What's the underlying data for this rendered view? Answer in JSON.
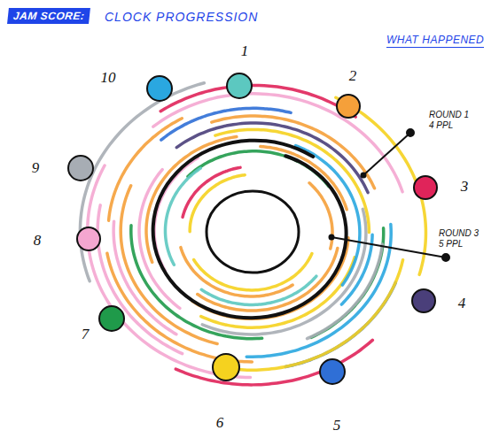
{
  "diagram": {
    "title": "CLOCK PROGRESSION",
    "nodes": [
      {
        "text": [
          "JAM SCORE:"
        ]
      }
    ],
    "labels": [
      "WHAT HAPPENED",
      "1",
      "10",
      "2",
      "ROUND 1 4 PPL",
      "3",
      "9",
      "8",
      "ROUND 3 5 PPL",
      "4",
      "7",
      "6",
      "5"
    ]
  }
}
